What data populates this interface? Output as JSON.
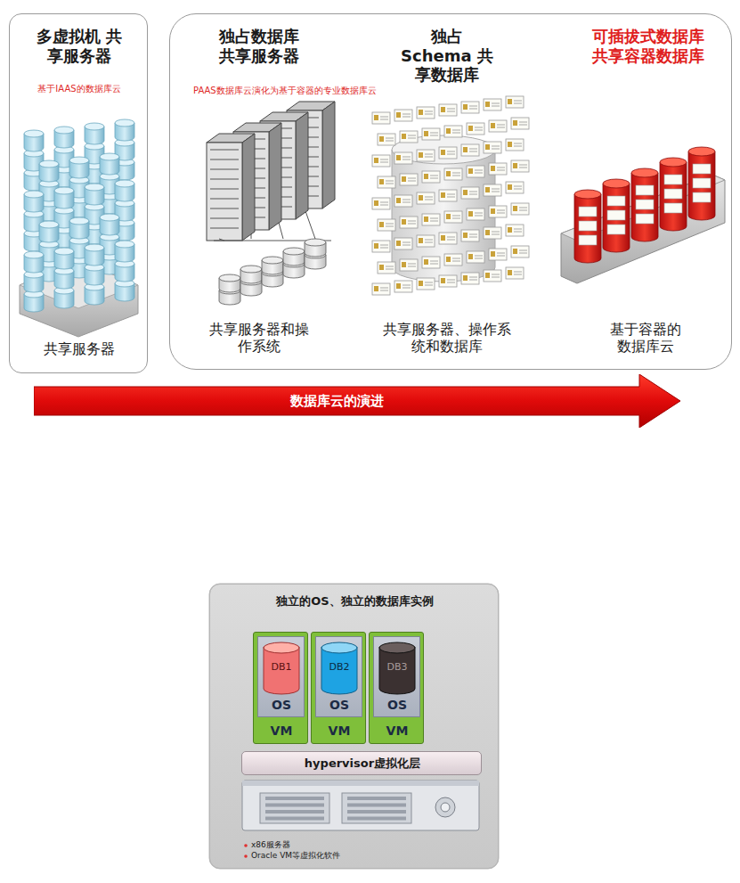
{
  "diagram": {
    "nodes": [
      {
        "text": [
          "多虚拟机 共享服务器",
          "基于IAAS的数据库云",
          "共享服务器"
        ]
      },
      {
        "text": [
          "独占数据库 共享服务器",
          "PAAS数据库云演化为基于容器的专业数据库云",
          "共享服务器和操作系统",
          "独占Schema 共享数据库",
          "共享服务器、操作系统和数据库",
          "可插拔式数据库 共享容器数据库",
          "基于容器的数据库云"
        ]
      },
      {
        "text": [
          "数据库云的演进"
        ]
      },
      {
        "text": [
          "独立的OS、独立的数据库实例",
          "x86服务器",
          "Oracle VM等虚拟化软件"
        ]
      },
      {
        "text": [
          "OS",
          "VM"
        ],
        "in": 3
      },
      {
        "text": [
          "DB1"
        ],
        "in": 4
      },
      {
        "text": [
          "OS",
          "VM"
        ],
        "in": 3
      },
      {
        "text": [
          "DB2"
        ],
        "in": 6
      },
      {
        "text": [
          "OS",
          "VM"
        ],
        "in": 3
      },
      {
        "text": [
          "DB3"
        ],
        "in": 8
      },
      {
        "text": [
          "hypervisor虚拟化层"
        ],
        "in": 3
      }
    ]
  }
}
